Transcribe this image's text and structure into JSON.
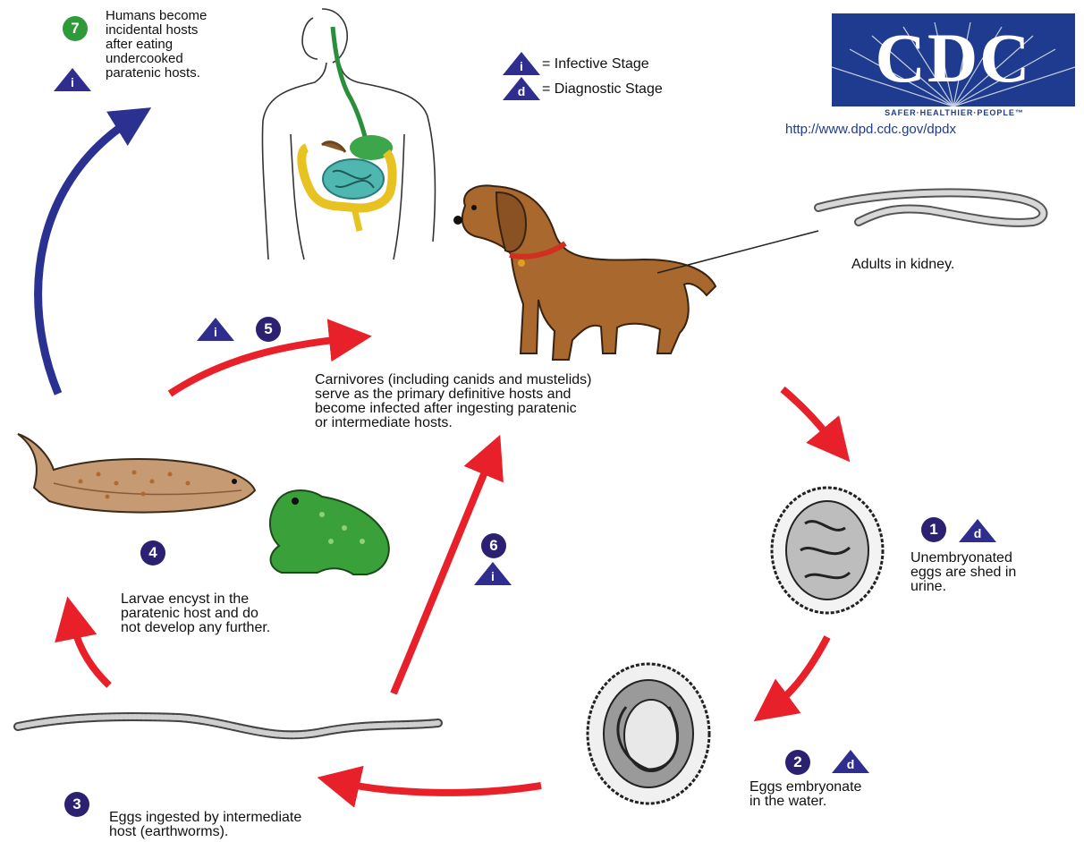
{
  "logo": {
    "text": "CDC",
    "tagline": "SAFER·HEALTHIER·PEOPLE™",
    "url": "http://www.dpd.cdc.gov/dpdx"
  },
  "legend": {
    "infective": {
      "symbol": "i",
      "label": "= Infective Stage"
    },
    "diagnostic": {
      "symbol": "d",
      "label": "= Diagnostic Stage"
    }
  },
  "stages": {
    "s1": {
      "number": "1",
      "symbol": "d",
      "text": "Unembryonated\neggs are shed in\nurine."
    },
    "s2": {
      "number": "2",
      "symbol": "d",
      "text": "Eggs embryonate\nin the water."
    },
    "s3": {
      "number": "3",
      "text": "Eggs ingested by intermediate\nhost (earthworms)."
    },
    "s4": {
      "number": "4",
      "text": "Larvae encyst in the\nparatenic host and do\nnot develop any further."
    },
    "s5": {
      "number": "5",
      "symbol": "i"
    },
    "s6": {
      "number": "6",
      "symbol": "i"
    },
    "s7": {
      "number": "7",
      "symbol": "i",
      "text": "Humans become\nincidental hosts\nafter eating\nundercooked\nparatenic hosts."
    }
  },
  "host_text": "Carnivores (including canids and mustelids)\nserve as the primary definitive hosts and\nbecome infected after ingesting paratenic\nor intermediate hosts.",
  "adult_text": "Adults in kidney.",
  "colors": {
    "arrow_red": "#e8202a",
    "arrow_blue": "#2a3191",
    "badge": "#2b2170",
    "badge_green": "#2f9a3a",
    "triangle": "#2f2d8e",
    "logo_blue": "#1f3b8f"
  }
}
